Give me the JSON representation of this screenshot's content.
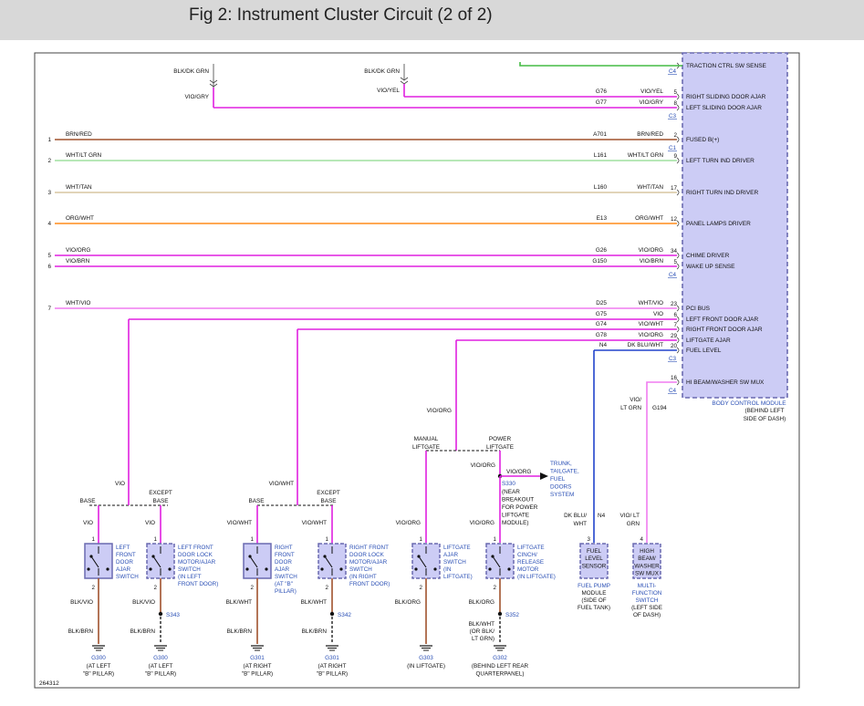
{
  "title": "Fig 2: Instrument Cluster Circuit (2 of 2)",
  "figure_id": "264312",
  "colors": {
    "module_fill": "#ccccf5",
    "module_stroke": "#6a6ab0",
    "link_blue": "#2a4fb5",
    "vio": "#e020e0",
    "brn": "#a0522d",
    "green": "#44bb44",
    "wht_grn": "#9fe09f",
    "wht_tan": "#d7c6a0",
    "org": "#ff8c1a",
    "vio_light": "#f07cf0",
    "blue": "#2244cc",
    "gray": "#888888"
  },
  "bcm": {
    "name": "BODY CONTROL MODULE",
    "note1": "(BEHIND LEFT",
    "note2": "SIDE OF DASH)",
    "pins": [
      {
        "label": "TRACTION CTRL SW SENSE",
        "pin": "",
        "conn": "C4"
      },
      {
        "label": "RIGHT SLIDING DOOR AJAR",
        "pin": "5",
        "conn": ""
      },
      {
        "label": "LEFT SLIDING DOOR AJAR",
        "pin": "8",
        "conn": "C3"
      },
      {
        "label": "FUSED B(+)",
        "pin": "2",
        "conn": "C1"
      },
      {
        "label": "LEFT TURN IND DRIVER",
        "pin": "9",
        "conn": ""
      },
      {
        "label": "RIGHT TURN IND DRIVER",
        "pin": "17",
        "conn": ""
      },
      {
        "label": "PANEL LAMPS DRIVER",
        "pin": "12",
        "conn": ""
      },
      {
        "label": "CHIME DRIVER",
        "pin": "34",
        "conn": ""
      },
      {
        "label": "WAKE UP SENSE",
        "pin": "5",
        "conn": "C4"
      },
      {
        "label": "PCI BUS",
        "pin": "23",
        "conn": ""
      },
      {
        "label": "LEFT FRONT DOOR AJAR",
        "pin": "6",
        "conn": ""
      },
      {
        "label": "RIGHT FRONT DOOR AJAR",
        "pin": "7",
        "conn": ""
      },
      {
        "label": "LIFTGATE AJAR",
        "pin": "29",
        "conn": ""
      },
      {
        "label": "FUEL LEVEL",
        "pin": "20",
        "conn": "C3"
      },
      {
        "label": "HI BEAM/WASHER SW MUX",
        "pin": "16",
        "conn": "C4"
      }
    ]
  },
  "wires": [
    {
      "num": "",
      "left": "",
      "circuit": "G76",
      "color": "VIO/YEL"
    },
    {
      "num": "",
      "left": "",
      "circuit": "G77",
      "color": "VIO/GRY"
    },
    {
      "num": "1",
      "left": "BRN/RED",
      "circuit": "A701",
      "color": "BRN/RED"
    },
    {
      "num": "2",
      "left": "WHT/LT GRN",
      "circuit": "L161",
      "color": "WHT/LT GRN"
    },
    {
      "num": "3",
      "left": "WHT/TAN",
      "circuit": "L160",
      "color": "WHT/TAN"
    },
    {
      "num": "4",
      "left": "ORG/WHT",
      "circuit": "E13",
      "color": "ORG/WHT"
    },
    {
      "num": "5",
      "left": "VIO/ORG",
      "circuit": "G26",
      "color": "VIO/ORG"
    },
    {
      "num": "6",
      "left": "VIO/BRN",
      "circuit": "G150",
      "color": "VIO/BRN"
    },
    {
      "num": "7",
      "left": "WHT/VIO",
      "circuit": "D25",
      "color": "WHT/VIO"
    },
    {
      "num": "",
      "left": "",
      "circuit": "G75",
      "color": "VIO"
    },
    {
      "num": "",
      "left": "",
      "circuit": "G74",
      "color": "VIO/WHT"
    },
    {
      "num": "",
      "left": "",
      "circuit": "G78",
      "color": "VIO/ORG"
    },
    {
      "num": "",
      "left": "",
      "circuit": "N4",
      "color": "DK BLU/WHT"
    }
  ],
  "top_wires": {
    "a_top": "BLK/DK GRN",
    "a_bottom": "VIO/GRY",
    "b_top": "BLK/DK GRN",
    "b_bottom": "VIO/YEL"
  },
  "mid_labels": {
    "vio": "VIO",
    "vio_wht": "VIO/WHT",
    "vio_org": "VIO/ORG",
    "manual_1": "MANUAL",
    "manual_2": "LIFTGATE",
    "power_1": "POWER",
    "power_2": "LIFTGATE",
    "vio_org_power": "VIO/ORG",
    "vio_org_branch": "VIO/ORG",
    "trunk_1": "TRUNK,",
    "trunk_2": "TAILGATE,",
    "trunk_3": "FUEL",
    "trunk_4": "DOORS",
    "trunk_5": "SYSTEM",
    "s330": "S330",
    "s330_1": "(NEAR",
    "s330_2": "BREAKOUT",
    "s330_3": "FOR POWER",
    "s330_4": "LIFTGATE",
    "s330_5": "MODULE)",
    "hi_wire_1": "VIO/",
    "hi_wire_2": "LT GRN",
    "hi_circuit": "G194"
  },
  "components": [
    {
      "base": "BASE",
      "wire_top": "VIO",
      "name": [
        "LEFT",
        "FRONT",
        "DOOR",
        "AJAR",
        "SWITCH"
      ],
      "wire_bot": "BLK/VIO",
      "splice": "",
      "ground_wire": "BLK/BRN",
      "ground": "G300",
      "gnote": [
        "(AT LEFT",
        "\"B\" PILLAR)"
      ]
    },
    {
      "base": "EXCEPT BASE",
      "wire_top": "VIO",
      "name": [
        "LEFT FRONT",
        "DOOR LOCK",
        "MOTOR/AJAR",
        "SWITCH",
        "(IN LEFT",
        "FRONT DOOR)"
      ],
      "wire_bot": "BLK/VIO",
      "splice": "S343",
      "ground_wire": "BLK/BRN",
      "ground": "G300",
      "gnote": [
        "(AT LEFT",
        "\"B\" PILLAR)"
      ]
    },
    {
      "base": "BASE",
      "wire_top": "VIO/WHT",
      "name": [
        "RIGHT",
        "FRONT",
        "DOOR",
        "AJAR",
        "SWITCH",
        "(AT \"B\"",
        "PILLAR)"
      ],
      "wire_bot": "BLK/WHT",
      "splice": "",
      "ground_wire": "BLK/BRN",
      "ground": "G301",
      "gnote": [
        "(AT RIGHT",
        "\"B\" PILLAR)"
      ]
    },
    {
      "base": "EXCEPT BASE",
      "wire_top": "VIO/WHT",
      "name": [
        "RIGHT FRONT",
        "DOOR LOCK",
        "MOTOR/AJAR",
        "SWITCH",
        "(IN RIGHT",
        "FRONT DOOR)"
      ],
      "wire_bot": "BLK/WHT",
      "splice": "S342",
      "ground_wire": "BLK/BRN",
      "ground": "G301",
      "gnote": [
        "(AT RIGHT",
        "\"B\" PILLAR)"
      ]
    },
    {
      "base": "",
      "wire_top": "VIO/ORG",
      "name": [
        "LIFTGATE",
        "AJAR",
        "SWITCH",
        "(IN",
        "LIFTGATE)"
      ],
      "wire_bot": "BLK/ORG",
      "splice": "",
      "ground_wire": "",
      "ground": "G303",
      "gnote": [
        "(IN LIFTGATE)"
      ]
    },
    {
      "base": "",
      "wire_top": "VIO/ORG",
      "name": [
        "LIFTGATE",
        "CINCH/",
        "RELEASE",
        "MOTOR",
        "(IN LIFTGATE)"
      ],
      "wire_bot": "BLK/ORG",
      "splice": "S352",
      "ground_wire": "BLK/WHT (OR BLK/ LT GRN)",
      "ground": "G302",
      "gnote": [
        "(BEHIND LEFT REAR",
        "QUARTERPANEL)"
      ]
    },
    {
      "base": "",
      "wire_top": "DK BLU/ WHT",
      "name": [
        "FUEL",
        "LEVEL",
        "SENSOR"
      ],
      "wire_bot": "",
      "splice": "",
      "ground_wire": "",
      "ground": "",
      "gnote": [
        "FUEL PUMP",
        "MODULE",
        "(SIDE OF",
        "FUEL TANK)"
      ],
      "circuit": "N4"
    },
    {
      "base": "",
      "wire_top": "VIO/ LT GRN",
      "name": [
        "HIGH",
        "BEAM/",
        "WASHER",
        "SW MUX"
      ],
      "wire_bot": "",
      "splice": "",
      "ground_wire": "",
      "ground": "",
      "gnote": [
        "MULTI-",
        "FUNCTION",
        "SWITCH",
        "(LEFT SIDE",
        "OF DASH)"
      ]
    }
  ]
}
